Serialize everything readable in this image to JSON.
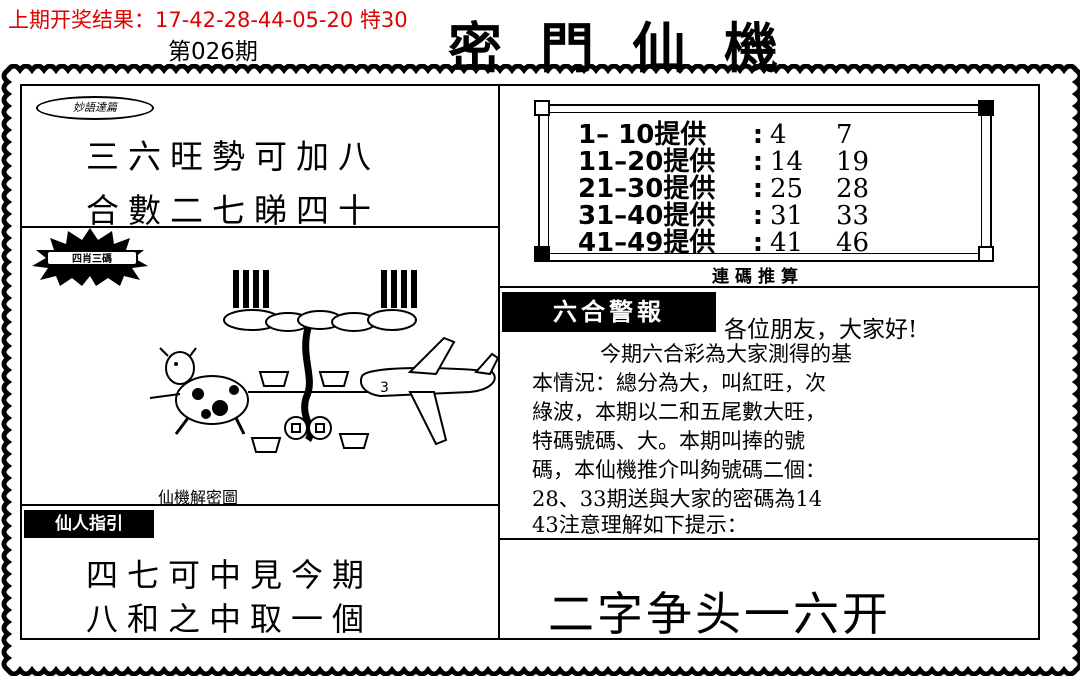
{
  "header": {
    "previous_result": "上期开奖结果：17-42-28-44-05-20 特30",
    "issue": "第026期",
    "title": "密門仙機"
  },
  "left_top": {
    "badge": "妙語達篇",
    "poem": [
      "三六旺勢可加八",
      "合數二七睇四十"
    ]
  },
  "picture": {
    "badge": "四肖三碼",
    "plane_number": "3",
    "caption": "仙機解密圖"
  },
  "guide": {
    "tag": "仙人指引",
    "lines": [
      "四七可中見今期",
      "八和之中取一個"
    ]
  },
  "table": {
    "rows": [
      {
        "range": "1– 10提供",
        "colon": ":",
        "a": "4",
        "b": "7"
      },
      {
        "range": "11–20提供",
        "colon": ":",
        "a": "14",
        "b": "19"
      },
      {
        "range": "21–30提供",
        "colon": ":",
        "a": "25",
        "b": "28"
      },
      {
        "range": "31–40提供",
        "colon": ":",
        "a": "31",
        "b": "33"
      },
      {
        "range": "41–49提供",
        "colon": ":",
        "a": "41",
        "b": "46"
      }
    ],
    "caption": "連碼推算"
  },
  "alert": {
    "tag": "六合警報",
    "greeting": "各位朋友，大家好!",
    "lines": [
      "今期六合彩為大家測得的基",
      "本情況：總分為大，叫紅旺，次",
      "綠波，本期以二和五尾數大旺，",
      "特碼號碼、大。本期叫捧的號",
      "碼，本仙機推介叫夠號碼二個：",
      "28、33期送與大家的密碼為14",
      "43注意理解如下提示："
    ]
  },
  "hint": "二字争头一六开",
  "colors": {
    "prev_result": "#e00000",
    "ink": "#000000",
    "paper": "#ffffff"
  }
}
